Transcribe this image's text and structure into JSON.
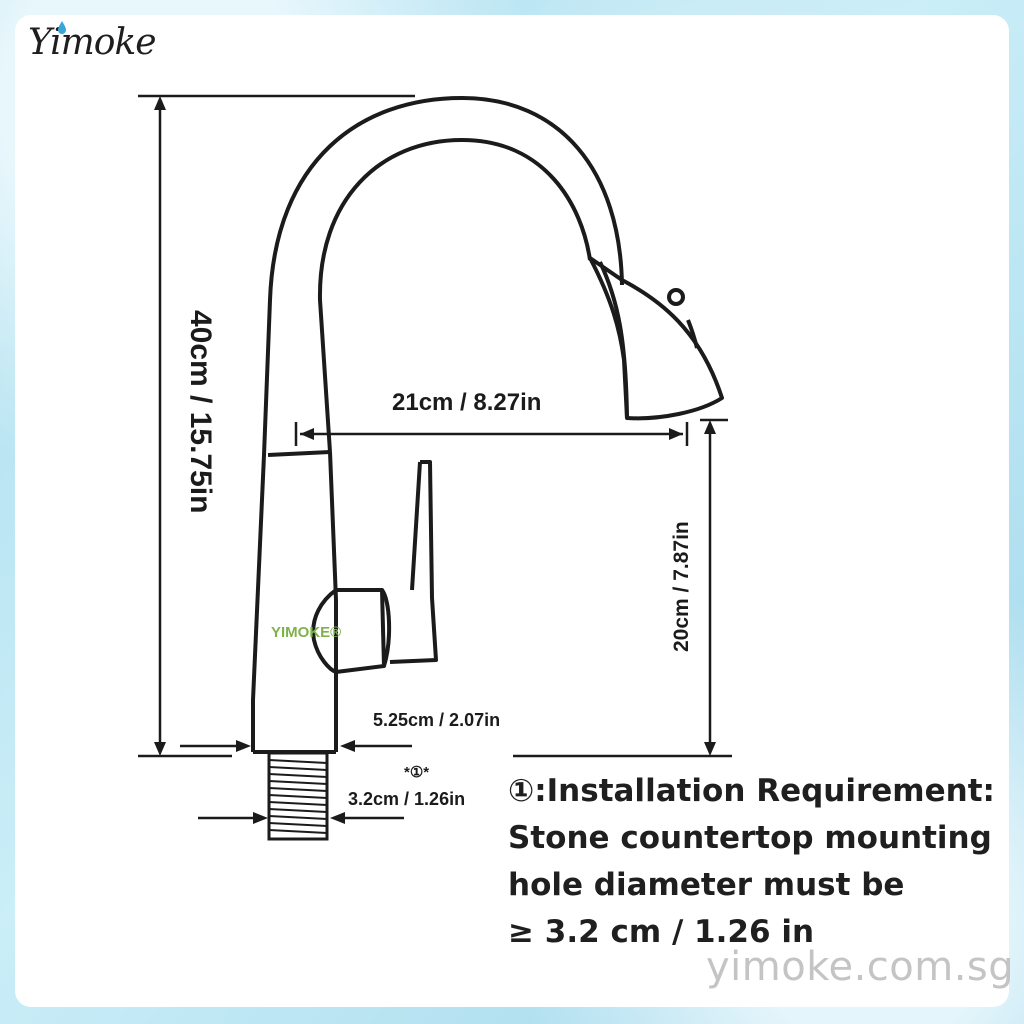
{
  "brand": {
    "logo_text": "Yimoke",
    "body_mark": "YIMOKE®",
    "website": "yimoke.com.sg"
  },
  "dimensions": {
    "height_total": "40cm / 15.75in",
    "spout_reach": "21cm / 8.27in",
    "spout_height": "20cm / 7.87in",
    "base_diameter": "5.25cm / 2.07in",
    "thread_note_mark": "*①*",
    "thread_diameter": "3.2cm / 1.26in"
  },
  "installation": {
    "line1": "①:Installation Requirement:",
    "line2": "Stone countertop mounting",
    "line3": "hole diameter must be",
    "line4": "≥ 3.2 cm  /  1.26 in"
  },
  "colors": {
    "line": "#1b1b1b",
    "background": "#ffffff",
    "frame": "#bfe6f3",
    "mark": "#7fb24a"
  }
}
